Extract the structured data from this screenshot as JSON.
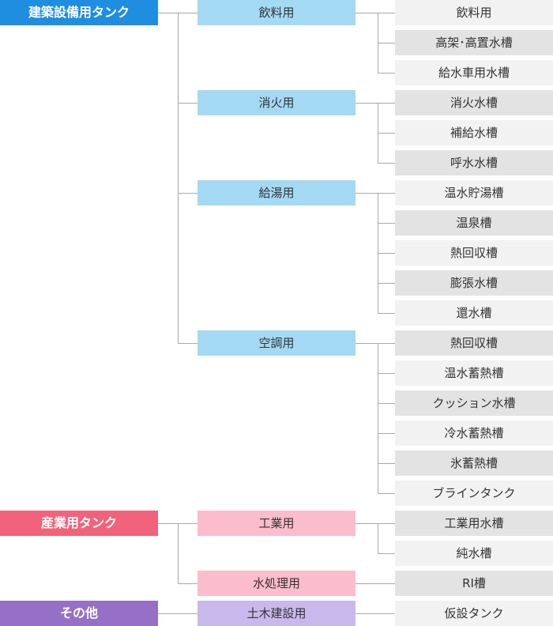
{
  "colors": {
    "line": "#a9a9a9",
    "leaf_light": "#f2f2f2",
    "leaf_dark": "#e3e3e3"
  },
  "categories": [
    {
      "label": "建築設備用タンク",
      "color": "#1f8de0",
      "sub_color": "#a4d9f4",
      "subs": [
        {
          "label": "飲料用",
          "items": [
            "飲料用",
            "高架･高置水槽",
            "給水車用水槽"
          ]
        },
        {
          "label": "消火用",
          "items": [
            "消火水槽",
            "補給水槽",
            "呼水水槽"
          ]
        },
        {
          "label": "給湯用",
          "items": [
            "温水貯湯槽",
            "温泉槽",
            "熱回収槽",
            "膨張水槽",
            "還水槽"
          ]
        },
        {
          "label": "空調用",
          "items": [
            "熱回収槽",
            "温水蓄熱槽",
            "クッション水槽",
            "冷水蓄熱槽",
            "氷蓄熱槽",
            "ブラインタンク"
          ]
        }
      ]
    },
    {
      "label": "産業用タンク",
      "color": "#f0637a",
      "sub_color": "#fbbccb",
      "subs": [
        {
          "label": "工業用",
          "items": [
            "工業用水槽",
            "純水槽"
          ]
        },
        {
          "label": "水処理用",
          "items": [
            "RI槽"
          ]
        }
      ]
    },
    {
      "label": "その他",
      "color": "#9570c6",
      "sub_color": "#c9b8ec",
      "subs": [
        {
          "label": "土木建設用",
          "items": [
            "仮設タンク"
          ]
        }
      ]
    }
  ]
}
